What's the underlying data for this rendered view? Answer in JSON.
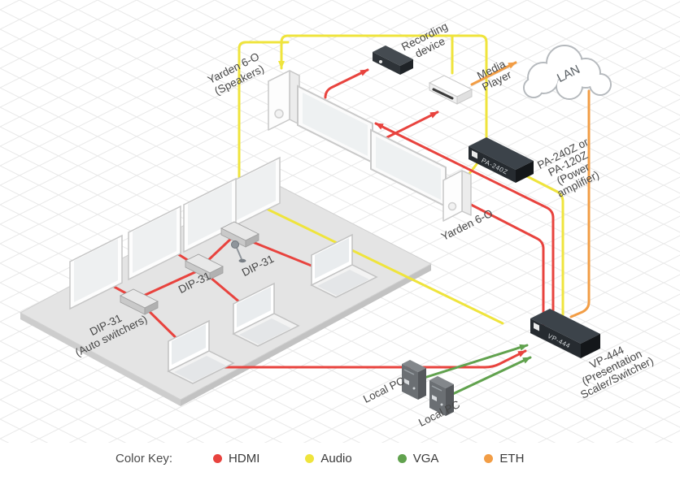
{
  "legend": {
    "title": "Color Key:",
    "items": [
      {
        "key": "hdmi",
        "label": "HDMI",
        "color": "#e8433e"
      },
      {
        "key": "audio",
        "label": "Audio",
        "color": "#efe43c"
      },
      {
        "key": "vga",
        "label": "VGA",
        "color": "#61a24e"
      },
      {
        "key": "eth",
        "label": "ETH",
        "color": "#f29d45"
      }
    ]
  },
  "labels": {
    "yarden_speakers": {
      "lines": [
        "Yarden 6-O",
        "(Speakers)"
      ]
    },
    "recording_device": {
      "lines": [
        "Recording",
        "device"
      ]
    },
    "media_player": {
      "lines": [
        "Media",
        "Player"
      ]
    },
    "lan": "LAN",
    "pa_amplifier": {
      "lines": [
        "PA-240Z or",
        "PA-120Z",
        "(Power",
        "amplifier)"
      ]
    },
    "yarden_right": "Yarden 6-O",
    "dip31_top": "DIP-31",
    "dip31_mid": "DIP-31",
    "dip31_bottom": {
      "lines": [
        "DIP-31",
        "(Auto switchers)"
      ]
    },
    "vp444": {
      "lines": [
        "VP-444",
        "(Presentation",
        "Scaler/Switcher)"
      ]
    },
    "local_pc_1": "Local PC",
    "local_pc_2": "Local PC"
  },
  "device_text": {
    "pa_front": "PA-240Z",
    "vp_front": "VP-444"
  }
}
